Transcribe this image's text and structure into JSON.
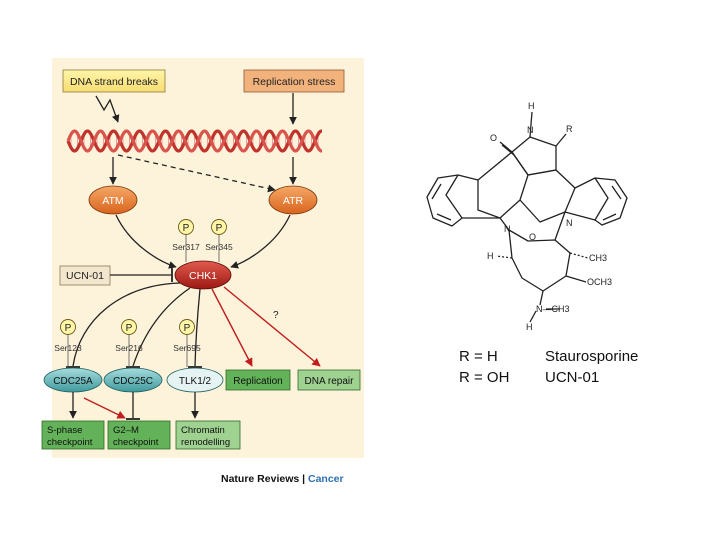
{
  "pathway": {
    "inputs": {
      "dna_breaks": "DNA strand breaks",
      "replication_stress": "Replication stress"
    },
    "kinases": {
      "atm": "ATM",
      "atr": "ATR",
      "chk1": "CHK1"
    },
    "inhibitor": "UCN-01",
    "phospho": {
      "p_symbol": "P",
      "chk1_sites": [
        "Ser317",
        "Ser345"
      ],
      "cdc25a_site": "Ser123",
      "cdc25c_site": "Ser216",
      "tlk_site": "Ser695"
    },
    "targets": {
      "cdc25a": "CDC25A",
      "cdc25c": "CDC25C",
      "tlk": "TLK1/2",
      "replication": "Replication",
      "dna_repair": "DNA repair"
    },
    "question_mark": "?",
    "outcomes": {
      "s_phase": [
        "S-phase",
        "checkpoint"
      ],
      "g2m": [
        "G2–M",
        "checkpoint"
      ],
      "chromatin": [
        "Chromatin",
        "remodelling"
      ]
    },
    "credit": {
      "journal": "Nature Reviews",
      "separator": "|",
      "section": "Cancer"
    }
  },
  "structure": {
    "atoms": {
      "O": "O",
      "N": "N",
      "H": "H",
      "R": "R",
      "CH3": "CH3",
      "OCH3": "OCH3",
      "NCH3": "N—CH3"
    },
    "legend": {
      "rows": [
        {
          "r_label": "R = H",
          "name": "Staurosporine"
        },
        {
          "r_label": "R = OH",
          "name": "UCN-01"
        }
      ]
    }
  },
  "colors": {
    "input_yellow": "#f7dc72",
    "input_orange": "#f2b27c",
    "kinase_orange": "#e8792a",
    "chk1_red": "#c42a26",
    "target_teal": "#5fb0b2",
    "outcome_green": "#63b259",
    "red_arrow": "#c21d1d",
    "credit_blue": "#2e6fb5"
  }
}
